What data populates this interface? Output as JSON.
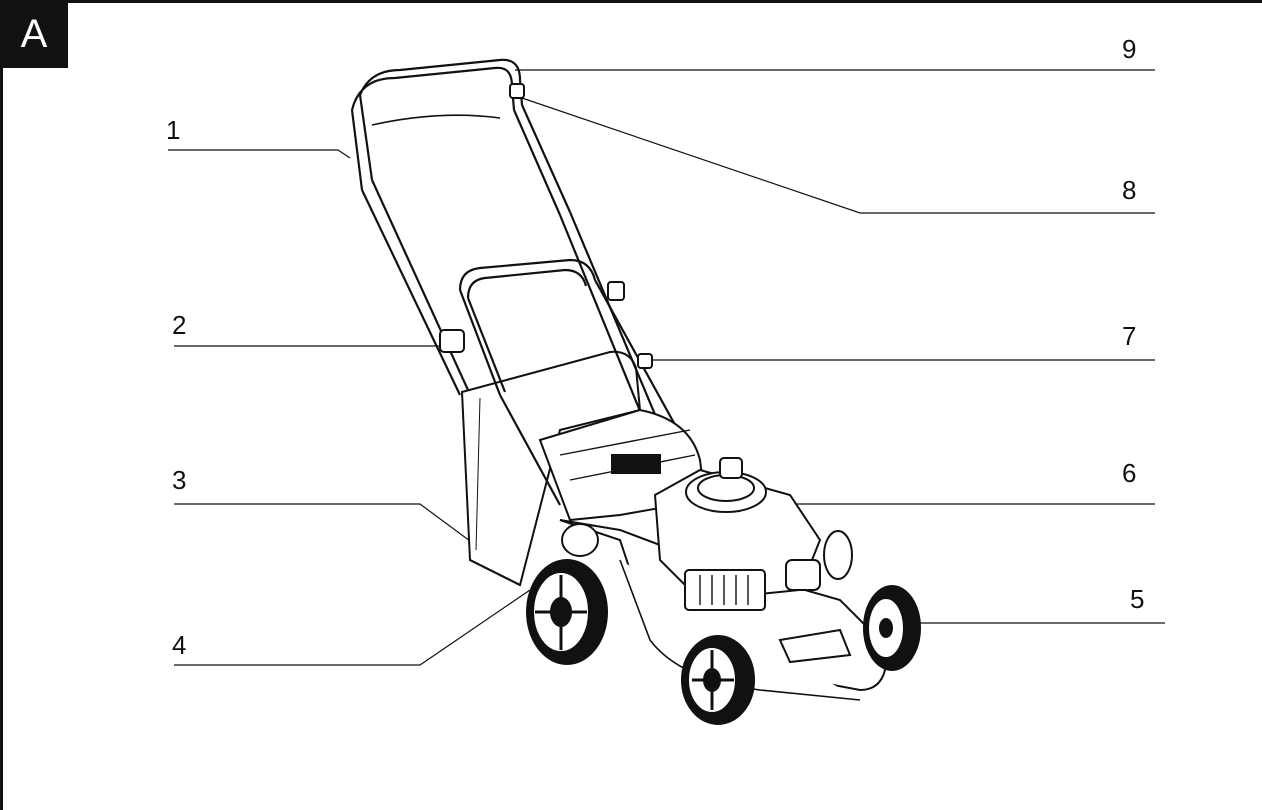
{
  "panel_label": "A",
  "callouts": [
    {
      "id": "1",
      "label": "1"
    },
    {
      "id": "2",
      "label": "2"
    },
    {
      "id": "3",
      "label": "3"
    },
    {
      "id": "4",
      "label": "4"
    },
    {
      "id": "5",
      "label": "5"
    },
    {
      "id": "6",
      "label": "6"
    },
    {
      "id": "7",
      "label": "7"
    },
    {
      "id": "8",
      "label": "8"
    },
    {
      "id": "9",
      "label": "9"
    }
  ],
  "colors": {
    "ink": "#111111",
    "background": "#ffffff",
    "badge": "#111111"
  }
}
